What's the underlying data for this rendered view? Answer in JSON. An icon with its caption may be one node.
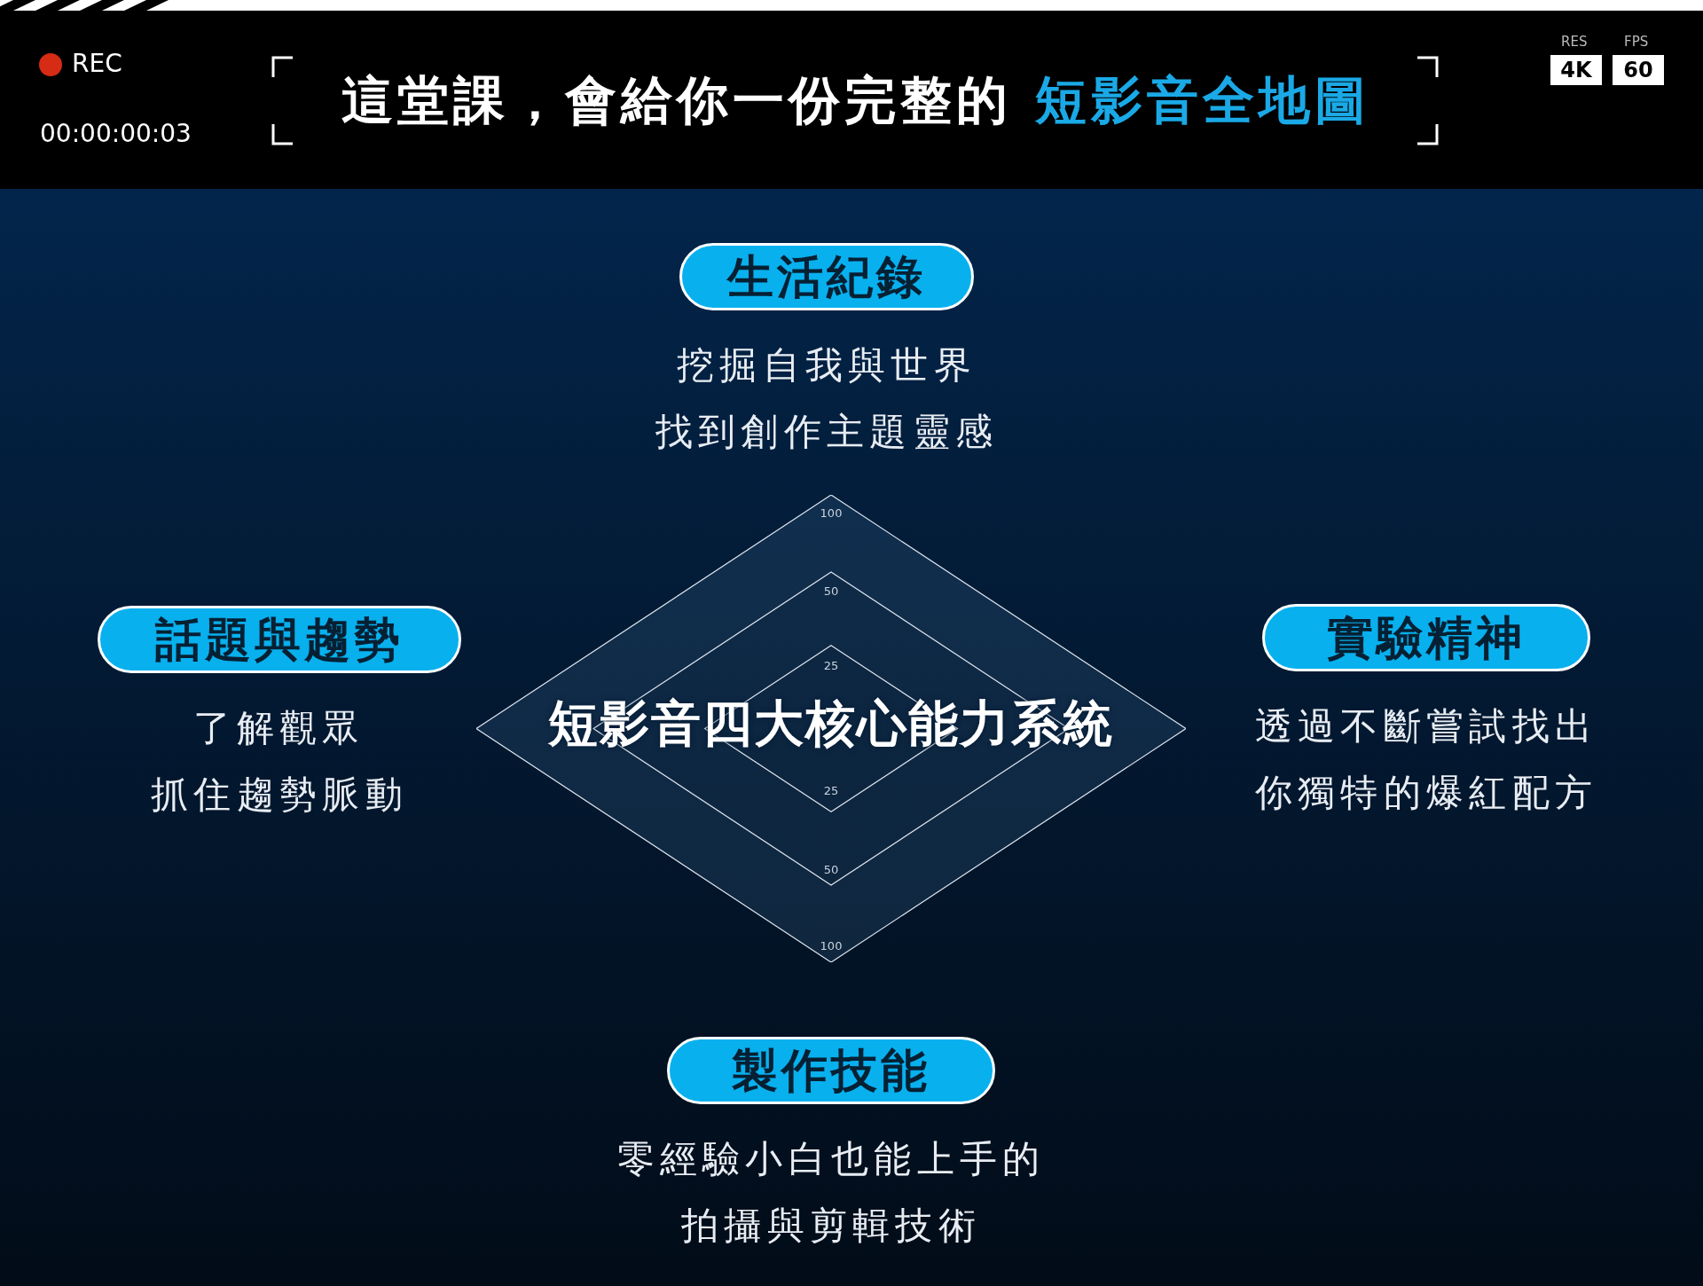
{
  "diagram": {
    "title": "這堂課，會給你一份完整的 短影音全地圖",
    "nodes": [
      {
        "text": [
          "生活紀錄",
          "挖掘自我與世界",
          "找到創作主題靈感"
        ]
      },
      {
        "text": [
          "話題與趨勢",
          "了解觀眾",
          "抓住趨勢脈動"
        ]
      },
      {
        "text": [
          "短影音四大核心能力系統"
        ]
      },
      {
        "text": [
          "實驗精神",
          "透過不斷嘗試找出",
          "你獨特的爆紅配方"
        ]
      },
      {
        "text": [
          "製作技能",
          "零經驗小白也能上手的",
          "拍攝與剪輯技術"
        ]
      }
    ],
    "labels": [
      "REC",
      "00:00:00:03",
      "RES",
      "4K",
      "FPS",
      "60",
      "100",
      "50",
      "25",
      "25",
      "50",
      "100"
    ]
  }
}
